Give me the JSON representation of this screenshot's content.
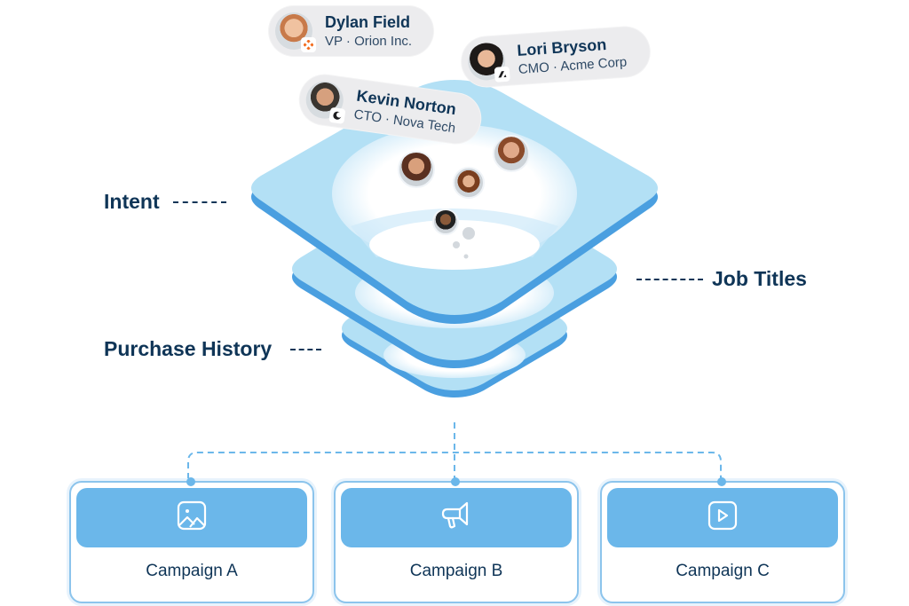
{
  "profiles": [
    {
      "name": "Dylan Field",
      "title": "VP · Orion Inc.",
      "badge_icon": "orion-logo-icon",
      "badge_color": "#f26b1d"
    },
    {
      "name": "Lori Bryson",
      "title": "CMO · Acme Corp",
      "badge_icon": "acme-logo-icon",
      "badge_color": "#1d1d1f"
    },
    {
      "name": "Kevin Norton",
      "title": "CTO · Nova Tech",
      "badge_icon": "nova-logo-icon",
      "badge_color": "#1d1d1f"
    }
  ],
  "layers": {
    "intent": "Intent",
    "job_titles": "Job Titles",
    "purchase_history": "Purchase History"
  },
  "campaigns": [
    {
      "label": "Campaign A",
      "icon": "image-icon"
    },
    {
      "label": "Campaign B",
      "icon": "megaphone-icon"
    },
    {
      "label": "Campaign C",
      "icon": "video-play-icon"
    }
  ],
  "colors": {
    "text_dark": "#0f3557",
    "layer_top": "#b3e0f5",
    "layer_edge": "#4a9fe0",
    "campaign_band": "#6bb7ea",
    "pill_bg": "#ececee"
  }
}
